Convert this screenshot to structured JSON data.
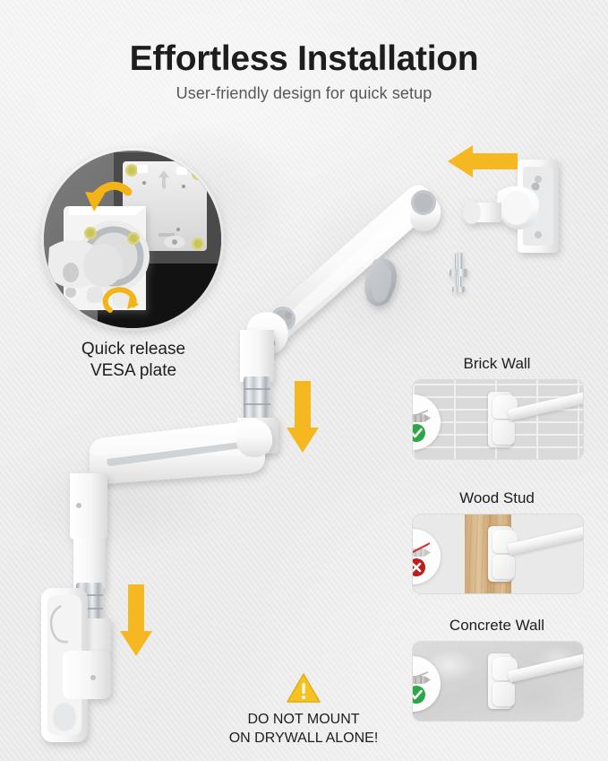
{
  "header": {
    "title": "Effortless Installation",
    "subtitle": "User-friendly design for quick setup"
  },
  "inset": {
    "caption_line1": "Quick release",
    "caption_line2": "VESA plate",
    "caption": "Quick release VESA plate",
    "background_color": "#6e6e6e",
    "arrow_color": "#f2b416"
  },
  "arrows": {
    "color": "#f5b820",
    "left_arrow_name": "slide-bracket-left-arrow",
    "down_arrow_1_name": "insert-post-down-arrow",
    "down_arrow_2_name": "insert-post-down-arrow-lower"
  },
  "wall_types": [
    {
      "title": "Brick Wall",
      "badge": "check",
      "badge_color": "#2aa845",
      "anchor_required": true,
      "surface": "brick"
    },
    {
      "title": "Wood Stud",
      "badge": "cross",
      "badge_color": "#c21b1b",
      "anchor_required": false,
      "surface": "wood"
    },
    {
      "title": "Concrete Wall",
      "badge": "check",
      "badge_color": "#2aa845",
      "anchor_required": true,
      "surface": "concrete"
    }
  ],
  "warning": {
    "line1": "DO NOT MOUNT",
    "line2": "ON DRYWALL ALONE!",
    "icon": "warning-triangle",
    "icon_color": "#f5c220"
  },
  "product": {
    "finish": "white",
    "accent_metal": "#c9ccd0",
    "parts": [
      "gas-spring-arm",
      "tension-knob",
      "vesa-plate",
      "wall-bracket",
      "chrome-post",
      "mounting-bolt"
    ]
  }
}
